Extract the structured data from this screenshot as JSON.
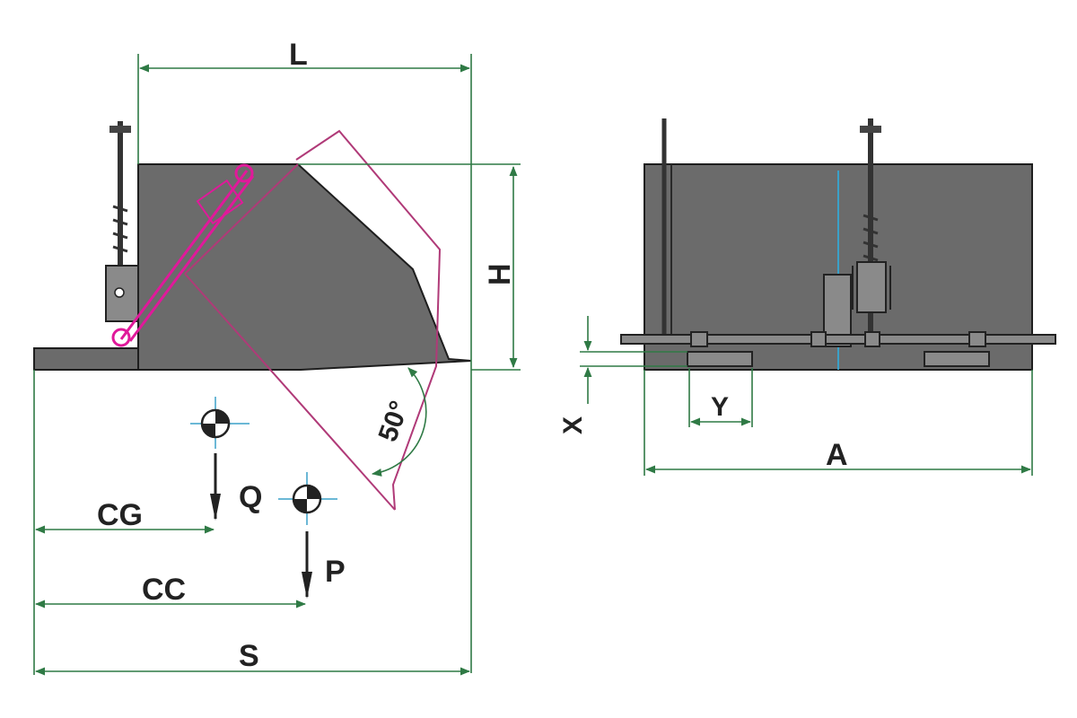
{
  "dimensions": {
    "L": "L",
    "H": "H",
    "S": "S",
    "CG": "CG",
    "CC": "CC",
    "Q": "Q",
    "P": "P",
    "angle": "50°",
    "X": "X",
    "Y": "Y",
    "A": "A"
  },
  "colors": {
    "body": "#6b6b6b",
    "outline": "#1e1e1e",
    "dimension": "#2f7a45",
    "tilt": "#b03a78",
    "cylinder": "#e0199a",
    "axis": "#3aa0c8"
  }
}
